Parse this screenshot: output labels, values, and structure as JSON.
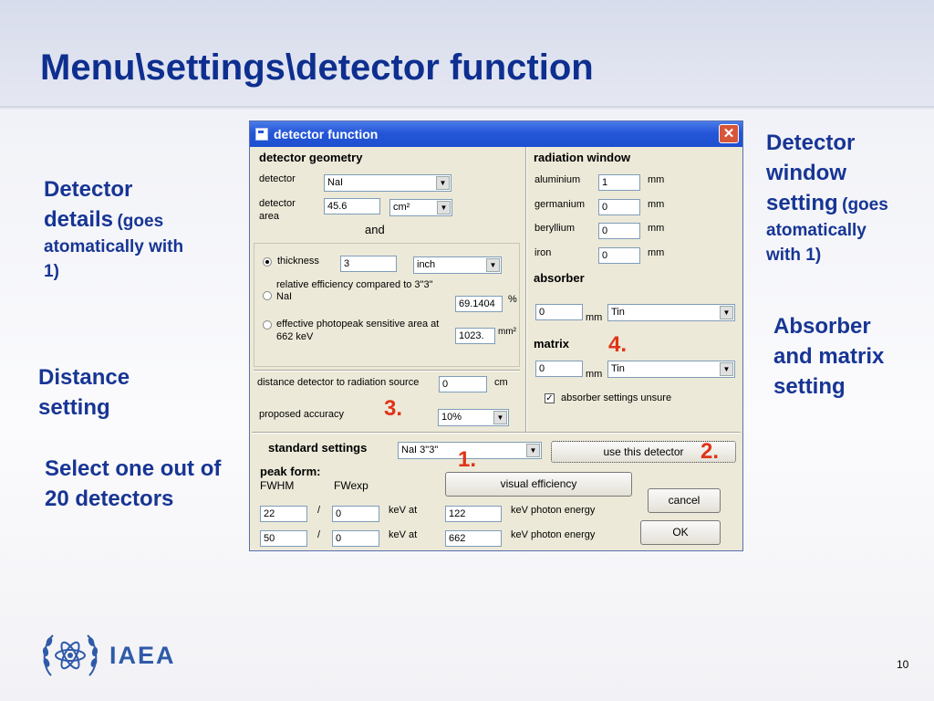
{
  "slide": {
    "title": "Menu\\settings\\detector function",
    "page_number": "10",
    "logo_text": "IAEA"
  },
  "annotations": {
    "detector_details_main": "Detector details",
    "detector_details_note": "(goes atomatically with 1)",
    "distance_setting": "Distance setting",
    "select_detector": "Select one out of 20 detectors",
    "window_setting_main": "Detector window setting",
    "window_setting_note": "(goes atomatically with 1)",
    "absorber_matrix": "Absorber and matrix setting",
    "marker1": "1.",
    "marker2": "2.",
    "marker3": "3.",
    "marker4": "4."
  },
  "dialog": {
    "title": "detector function",
    "close_glyph": "✕",
    "geometry": {
      "header": "detector geometry",
      "detector_label": "detector",
      "detector_value": "NaI",
      "area_label_1": "detector",
      "area_label_2": "area",
      "area_value": "45.6",
      "area_unit": "cm²",
      "and_label": "and",
      "thickness_label": "thickness",
      "thickness_value": "3",
      "thickness_unit": "inch",
      "releff_label_1": "relative efficiency compared to 3\"3\"",
      "releff_label_2": "NaI",
      "releff_value": "69.1404",
      "releff_unit": "%",
      "photopeak_label_1": "effective photopeak sensitive area at",
      "photopeak_label_2": "662 keV",
      "photopeak_value": "1023.",
      "photopeak_unit": "mm²",
      "distance_label": "distance detector to radiation source",
      "distance_value": "0",
      "distance_unit": "cm",
      "accuracy_label": "proposed accuracy",
      "accuracy_value": "10%"
    },
    "window": {
      "header": "radiation window",
      "rows": [
        {
          "label": "aluminium",
          "value": "1",
          "unit": "mm"
        },
        {
          "label": "germanium",
          "value": "0",
          "unit": "mm"
        },
        {
          "label": "beryllium",
          "value": "0",
          "unit": "mm"
        },
        {
          "label": "iron",
          "value": "0",
          "unit": "mm"
        }
      ],
      "absorber_header": "absorber",
      "absorber_value": "0",
      "absorber_unit": "mm",
      "absorber_material": "Tin",
      "matrix_header": "matrix",
      "matrix_value": "0",
      "matrix_unit": "mm",
      "matrix_material": "Tin",
      "unsure_label": "absorber settings unsure",
      "unsure_checked": "✓"
    },
    "standard": {
      "label": "standard settings",
      "value": "NaI 3\"3\"",
      "use_button": "use this detector"
    },
    "peak": {
      "header": "peak form:",
      "fwhm_label": "FWHM",
      "fwexp_label": "FWexp",
      "visual_button": "visual efficiency",
      "cancel_button": "cancel",
      "ok_button": "OK",
      "slash": "/",
      "kev_at": "keV at",
      "kev_energy": "keV photon energy",
      "rows": [
        {
          "fwhm": "22",
          "fwexp": "0",
          "energy": "122"
        },
        {
          "fwhm": "50",
          "fwexp": "0",
          "energy": "662"
        }
      ]
    }
  }
}
